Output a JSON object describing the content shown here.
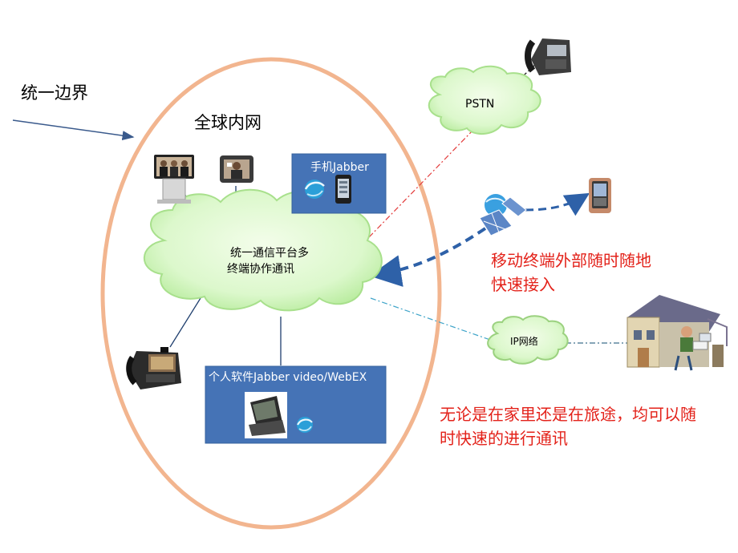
{
  "labels": {
    "boundary": "统一边界",
    "global_intranet": "全球内网",
    "platform_line1": "统一通信平台多",
    "platform_line2": "终端协作通讯",
    "mobile_box": "手机Jabber",
    "software_box": "个人软件Jabber video/WebEX",
    "pstn": "PSTN",
    "ip_network": "IP网络"
  },
  "notes": {
    "mobile_line1": "移动终端外部随时随地",
    "mobile_line2": "快速接入",
    "home_line1": "无论是在家里还是在旅途，均可以随",
    "home_line2": "时快速的进行通讯"
  },
  "icons": [
    "telepresence-icon",
    "video-phone-icon",
    "jabber-logo-icon",
    "smartphone-icon",
    "ip-phone-icon",
    "laptop-icon",
    "desk-phone-icon",
    "satellite-icon",
    "handheld-device-icon",
    "home-office-icon"
  ],
  "colors": {
    "ellipse_stroke": "#f2b58f",
    "cloud_fill": "#e4fbd8",
    "box_fill": "#4573b6",
    "dashed_arrow": "#2e61a8",
    "pstn_link": "#e33b3b",
    "ip_link": "#3fa4c9",
    "note_text": "#e3221a"
  }
}
